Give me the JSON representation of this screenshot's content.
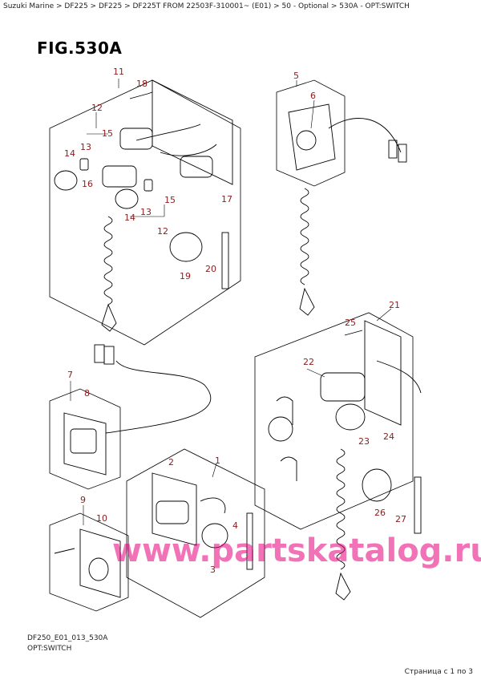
{
  "breadcrumb": "Suzuki Marine > DF225 > DF225 > DF225T  FROM 22503F-310001~ (E01) > 50 - Optional > 530A - OPT:SWITCH",
  "figure_title": "FIG.530A",
  "callouts": [
    "1",
    "2",
    "3",
    "4",
    "5",
    "6",
    "7",
    "8",
    "9",
    "10",
    "11",
    "12",
    "12",
    "13",
    "13",
    "14",
    "14",
    "15",
    "15",
    "16",
    "17",
    "18",
    "19",
    "20",
    "21",
    "22",
    "23",
    "24",
    "25",
    "26",
    "27"
  ],
  "watermark": "www.partskatalog.ru",
  "drawing_code": "DF250_E01_013_530A",
  "caption": "OPT:SWITCH",
  "pager": "Страница с 1 по 3",
  "colors": {
    "callout": "#8b1c1c",
    "line": "#000000",
    "watermark": "#e6007e"
  }
}
